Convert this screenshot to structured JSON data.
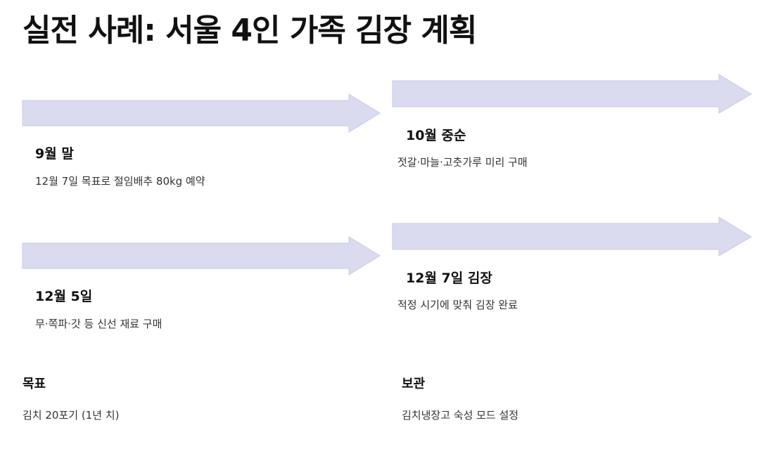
{
  "title": "실전 사례: 서울 4인 가족 김장 계획",
  "colors": {
    "arrow_fill": "#dadbef",
    "arrow_stroke": "#c9cae8",
    "text_primary": "#111111",
    "text_secondary": "#333333"
  },
  "steps": [
    {
      "title": "9월 말",
      "desc": "12월 7일 목표로 절임배추 80kg 예약"
    },
    {
      "title": "10월 중순",
      "desc": "젓갈·마늘·고춧가루 미리 구매"
    },
    {
      "title": "12월 5일",
      "desc": "무·쪽파·갓 등 신선 재료 구매"
    },
    {
      "title": "12월 7일 김장",
      "desc": "적정 시기에 맞춰 김장 완료"
    }
  ],
  "info": [
    {
      "label": "목표",
      "value": "김치 20포기 (1년 치)"
    },
    {
      "label": "보관",
      "value": "김치냉장고 숙성 모드 설정"
    }
  ]
}
